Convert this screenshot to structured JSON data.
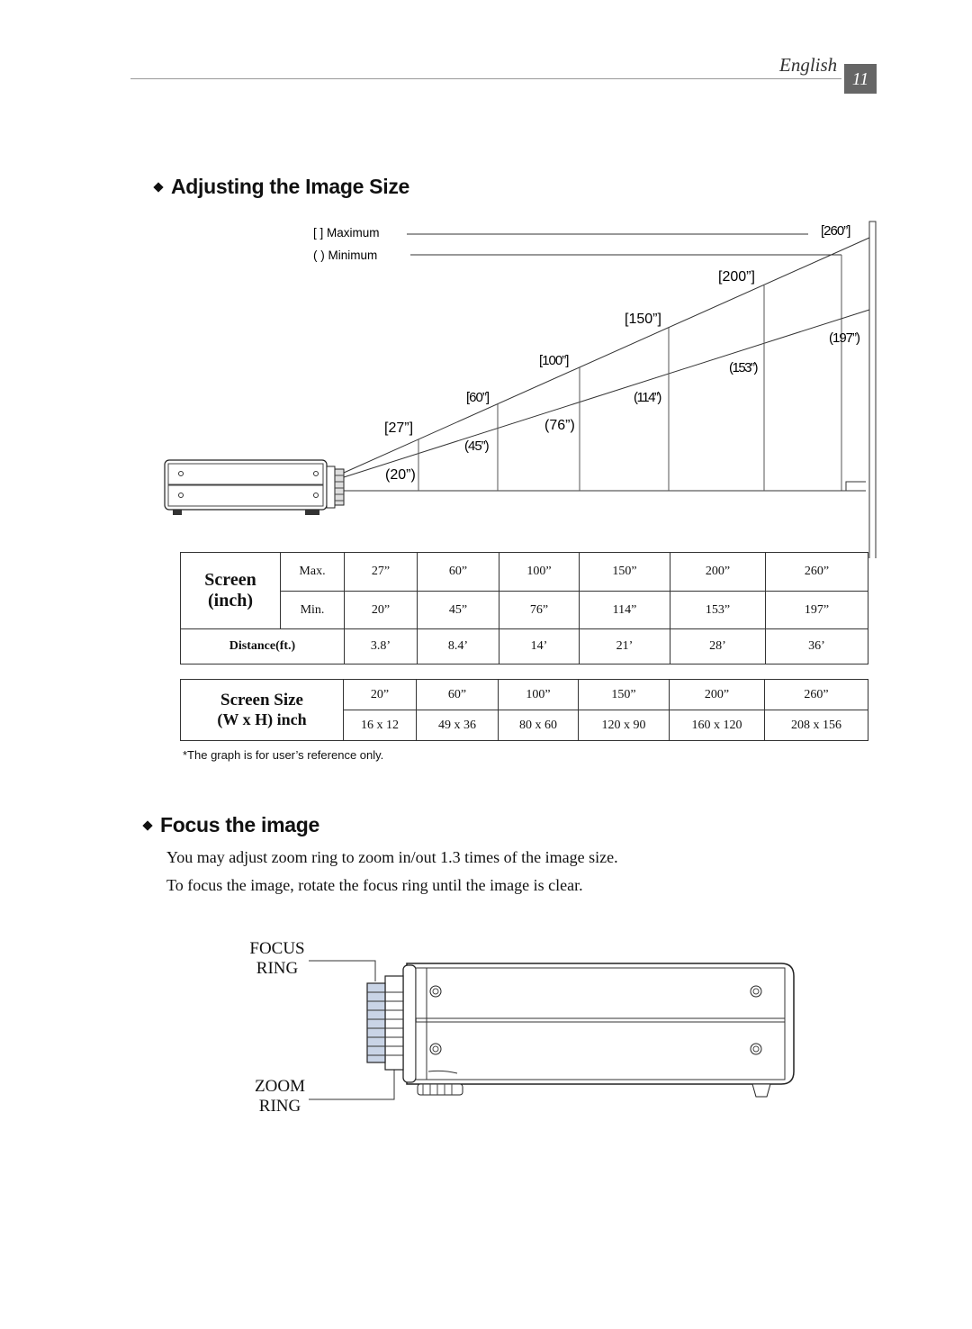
{
  "header": {
    "language": "English",
    "page_number": "11"
  },
  "section1": {
    "title": "Adjusting the Image Size"
  },
  "legend": {
    "max_label": "[   ] Maximum",
    "min_label": "(  ) Minimum"
  },
  "diagram": {
    "max_labels": [
      "[27”]",
      "[60”]",
      "[100”]",
      "[150”]",
      "[200”]",
      "[260”]"
    ],
    "min_labels": [
      "(20”)",
      "(45”)",
      "(76”)",
      "(114”)",
      "(153”)",
      "(197”)"
    ]
  },
  "table1": {
    "row_label_screen": "Screen",
    "row_label_inch": "(inch)",
    "max_label": "Max.",
    "min_label": "Min.",
    "distance_label": "Distance(ft.)",
    "max_values": [
      "27”",
      "60”",
      "100”",
      "150”",
      "200”",
      "260”"
    ],
    "min_values": [
      "20”",
      "45”",
      "76”",
      "114”",
      "153”",
      "197”"
    ],
    "distance_values": [
      "3.8’",
      "8.4’",
      "14’",
      "21’",
      "28’",
      "36’"
    ]
  },
  "table2": {
    "label_line1": "Screen Size",
    "label_line2": "(W x H) inch",
    "size_values": [
      "20”",
      "60”",
      "100”",
      "150”",
      "200”",
      "260”"
    ],
    "wh_values": [
      "16 x 12",
      "49 x 36",
      "80 x 60",
      "120 x 90",
      "160 x 120",
      "208 x 156"
    ]
  },
  "note": "*The graph is for user’s reference only.",
  "section2": {
    "title": "Focus the image",
    "para1": "You may adjust zoom ring to zoom in/out 1.3 times of the image size.",
    "para2": "To focus the image, rotate the focus ring until the image is clear."
  },
  "focus_diagram": {
    "focus_line1": "FOCUS",
    "focus_line2": "RING",
    "zoom_line1": "ZOOM",
    "zoom_line2": "RING"
  }
}
